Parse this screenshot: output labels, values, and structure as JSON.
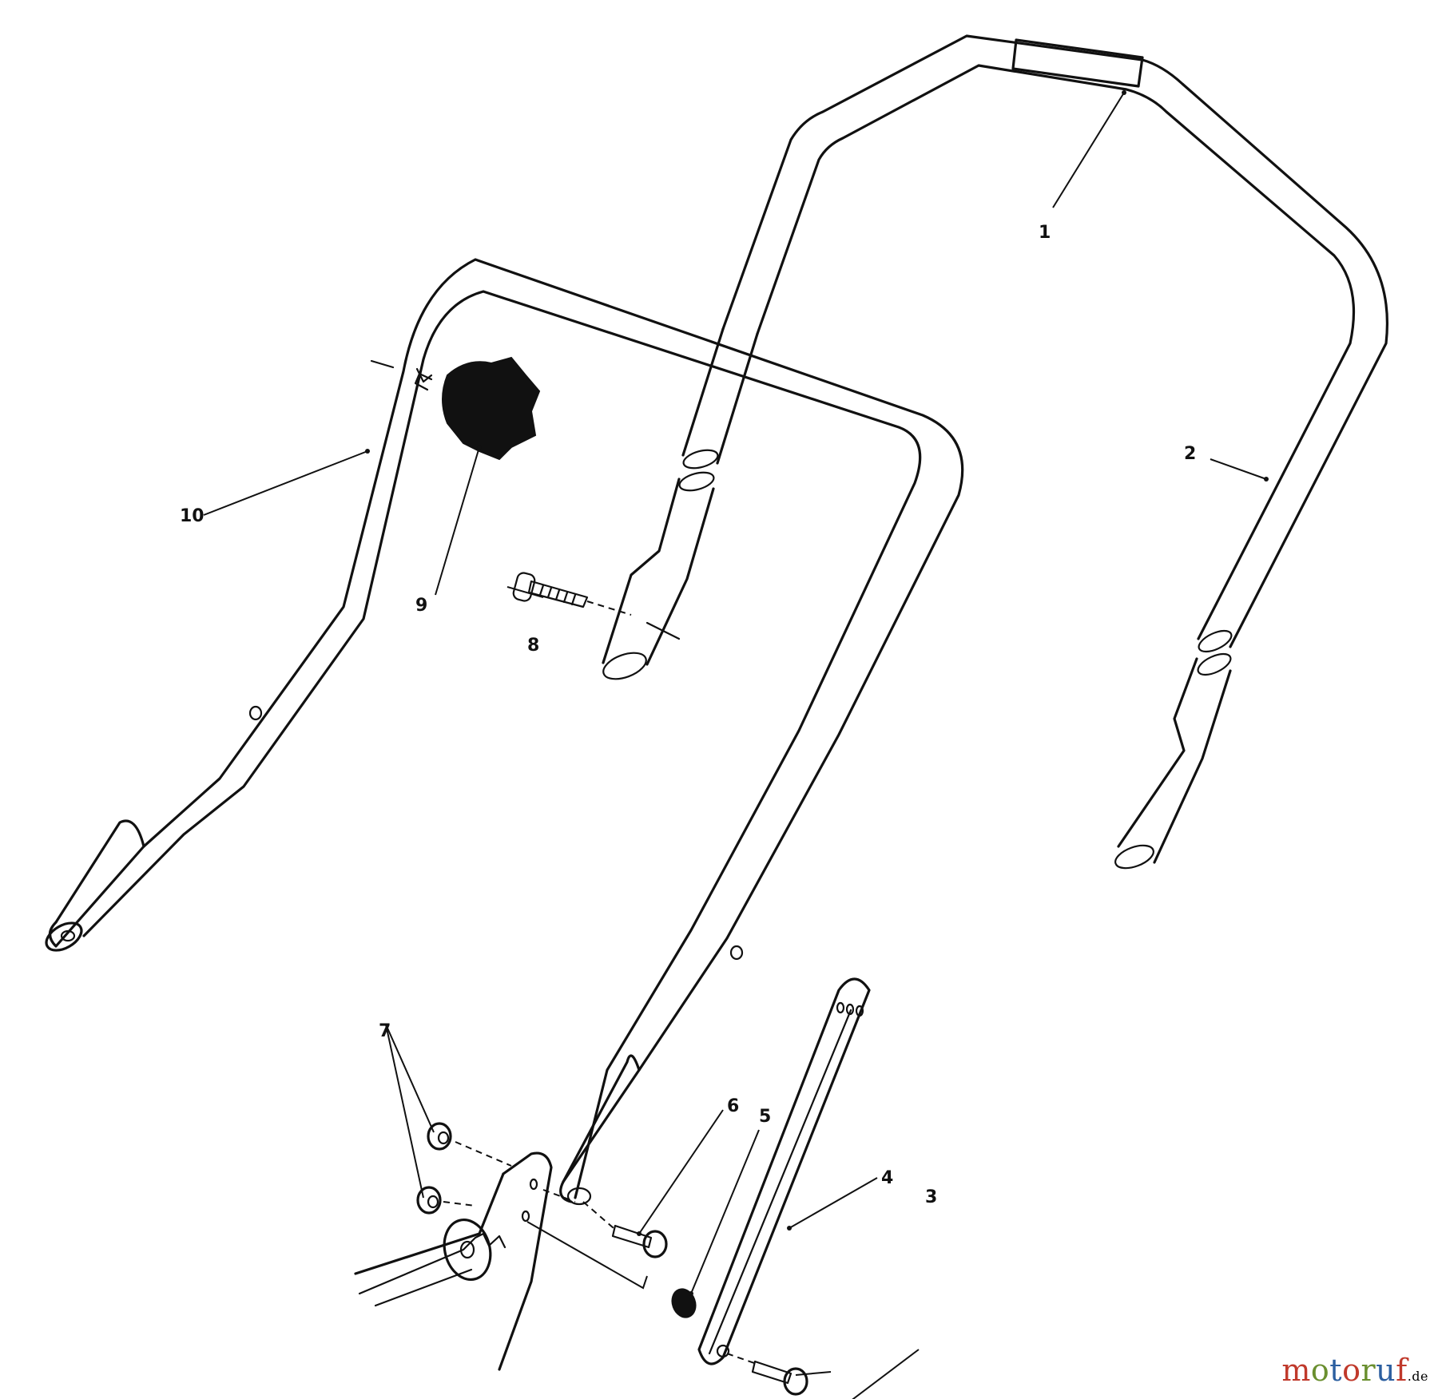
{
  "diagram": {
    "callouts": {
      "c1": "1",
      "c2": "2",
      "c3": "3",
      "c4": "4",
      "c5": "5",
      "c6": "6",
      "c7": "7",
      "c8": "8",
      "c9": "9",
      "c10": "10"
    }
  },
  "watermark": {
    "main": "motoruf",
    "suffix": ".de",
    "colors": [
      "#c0392b",
      "#6a8f2f",
      "#2c5fa0"
    ]
  }
}
